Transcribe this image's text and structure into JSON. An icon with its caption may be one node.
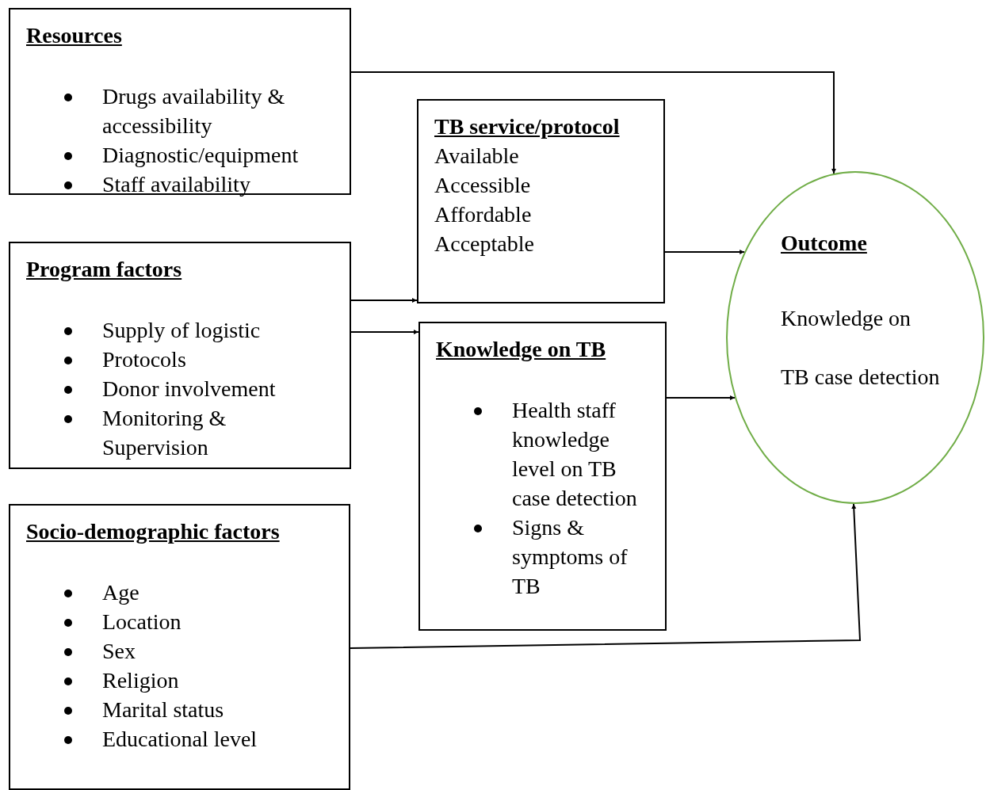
{
  "diagram": {
    "nodes": [
      {
        "text": [
          "Resources",
          "Drugs availability & accessibility",
          "Diagnostic/equipment",
          "Staff availability"
        ]
      },
      {
        "text": [
          "TB service/protocol",
          "Available",
          "Accessible",
          "Affordable",
          "Acceptable"
        ]
      },
      {
        "text": [
          "Program factors",
          "Supply of logistic",
          "Protocols",
          "Donor involvement",
          "Monitoring & Supervision"
        ]
      },
      {
        "text": [
          "Knowledge on TB",
          "Health staff knowledge level on TB case detection",
          "Signs & symptoms of TB"
        ]
      },
      {
        "text": [
          "Socio-demographic factors",
          "Age",
          "Location",
          "Sex",
          "Religion",
          "Marital status",
          "Educational level"
        ]
      },
      {
        "text": [
          "Outcome",
          "Knowledge on TB case detection"
        ]
      }
    ],
    "edges": [
      {
        "from": 0,
        "to": 5,
        "arrow": "to"
      },
      {
        "from": 2,
        "to": 1,
        "arrow": "to"
      },
      {
        "from": 2,
        "to": 3,
        "arrow": "to"
      },
      {
        "from": 1,
        "to": 5,
        "arrow": "to"
      },
      {
        "from": 3,
        "to": 5,
        "arrow": "to"
      },
      {
        "from": 4,
        "to": 5,
        "arrow": "to"
      }
    ]
  }
}
